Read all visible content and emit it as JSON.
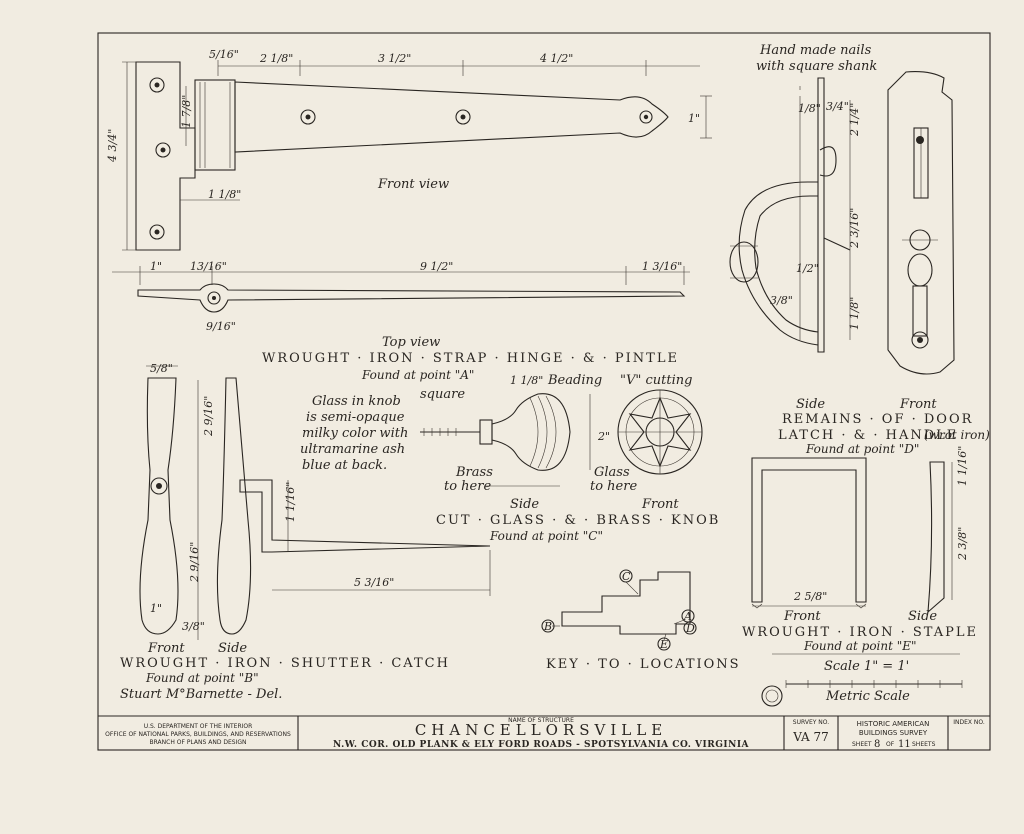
{
  "hinge": {
    "front_view": "Front view",
    "top_view": "Top view",
    "title": "WROUGHT · IRON · STRAP · HINGE · & · PINTLE",
    "location": "Found at point \"A\"",
    "dims": [
      "5/16\"",
      "2 1/8\"",
      "3 1/2\"",
      "4 1/2\"",
      "4 3/4\"",
      "1 7/8\"",
      "1\"",
      "1 1/8\"",
      "1\"",
      "13/16\"",
      "9 1/2\"",
      "1 3/16\"",
      "9/16\""
    ]
  },
  "latch": {
    "nails_note": "Hand made nails with square shank",
    "side": "Side",
    "front": "Front",
    "title_line1": "REMAINS · OF · DOOR",
    "title_line2": "LATCH · & · HANDLE",
    "wrot_iron": "(wrot iron)",
    "location": "Found at point \"D\"",
    "dims": [
      "1/8\"",
      "3/4\"",
      "2 1/4\"",
      "2 3/16\"",
      "1 1/8\"",
      "1/2\"",
      "3/8\""
    ]
  },
  "shutter": {
    "front": "Front",
    "side": "Side",
    "title": "WROUGHT · IRON · SHUTTER · CATCH",
    "location": "Found at point \"B\"",
    "dims": [
      "5/8\"",
      "2 9/16\"",
      "2 9/16\"",
      "1 1/16\"",
      "5 3/16\"",
      "1\"",
      "3/8\""
    ],
    "delineator": "Stuart M°Barnette - Del."
  },
  "knob": {
    "glass_note": "Glass in knob is semi-opaque milky color with ultramarine ash blue at back.",
    "square": "square",
    "beading": "Beading",
    "v_cutting": "\"V\" cutting",
    "brass_left": "Brass to here",
    "glass_right": "Glass to here",
    "side": "Side",
    "front": "Front",
    "title": "CUT · GLASS · & · BRASS · KNOB",
    "location": "Found at point \"C\"",
    "dims": [
      "1 1/8\"",
      "2\""
    ]
  },
  "key": {
    "title": "KEY · TO · LOCATIONS",
    "points": [
      "A",
      "B",
      "C",
      "D",
      "E"
    ]
  },
  "staple": {
    "front": "Front",
    "side": "Side",
    "title": "WROUGHT · IRON · STAPLE",
    "location": "Found at point \"E\"",
    "scale": "Scale 1\" = 1'",
    "metric": "Metric Scale",
    "dims": [
      "2 5/8\"",
      "1 1/16\"",
      "2 3/8\""
    ]
  },
  "title_block": {
    "dept_line1": "U.S. DEPARTMENT OF THE INTERIOR",
    "dept_line2": "OFFICE OF NATIONAL PARKS, BUILDINGS, AND RESERVATIONS",
    "dept_line3": "BRANCH OF PLANS AND DESIGN",
    "name_label": "NAME OF STRUCTURE",
    "structure": "CHANCELLORSVILLE",
    "address": "N.W. COR. OLD PLANK & ELY FORD ROADS - SPOTSYLVANIA CO. VIRGINIA",
    "survey_label": "SURVEY NO.",
    "survey_no": "VA 77",
    "habs_line1": "HISTORIC AMERICAN",
    "habs_line2": "BUILDINGS SURVEY",
    "sheet_label": "SHEET",
    "sheet_no": "8",
    "of_label": "OF",
    "sheet_total": "11",
    "sheets_label": "SHEETS",
    "index_label": "INDEX NO."
  }
}
